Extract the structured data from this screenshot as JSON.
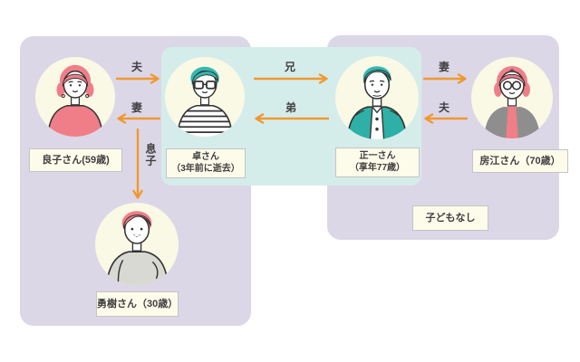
{
  "diagram_title": "family-relationship-diagram",
  "colors": {
    "page_background": "#ffffff",
    "household_box": "#dcd7e7",
    "brothers_highlight_box": "#d5edea",
    "avatar_circle": "#faf9e6",
    "name_label_background": "#fdfbea",
    "name_label_border": "#c4c4c4",
    "arrow": "#f0982f",
    "text": "#3f3f3f",
    "hair_pink": "#ef7e88",
    "hair_teal": "#35b8b0",
    "cardigan_teal": "#2eb0a6",
    "cardigan_gray": "#8e8e8e"
  },
  "people": {
    "yoshiko": {
      "name_label": "良子さん(59歳)"
    },
    "taku": {
      "name_line1": "卓さん",
      "name_line2": "（3年前に逝去）"
    },
    "shoichi": {
      "name_line1": "正一さん",
      "name_line2": "（享年77歳）"
    },
    "fusae": {
      "name_label": "房江さん（70歳）"
    },
    "yuki": {
      "name_label": "勇樹さん（30歳）"
    }
  },
  "relations": [
    {
      "id": "yoshiko-to-taku",
      "label": "夫",
      "direction": "right"
    },
    {
      "id": "taku-to-yoshiko",
      "label": "妻",
      "direction": "left"
    },
    {
      "id": "taku-to-shoichi",
      "label": "兄",
      "direction": "right"
    },
    {
      "id": "shoichi-to-taku",
      "label": "弟",
      "direction": "left"
    },
    {
      "id": "shoichi-to-fusae",
      "label": "妻",
      "direction": "right"
    },
    {
      "id": "fusae-to-shoichi",
      "label": "夫",
      "direction": "left"
    },
    {
      "id": "parents-to-yuki",
      "label": "息子",
      "direction": "down"
    }
  ],
  "notes": {
    "no_children": "子どもなし"
  }
}
